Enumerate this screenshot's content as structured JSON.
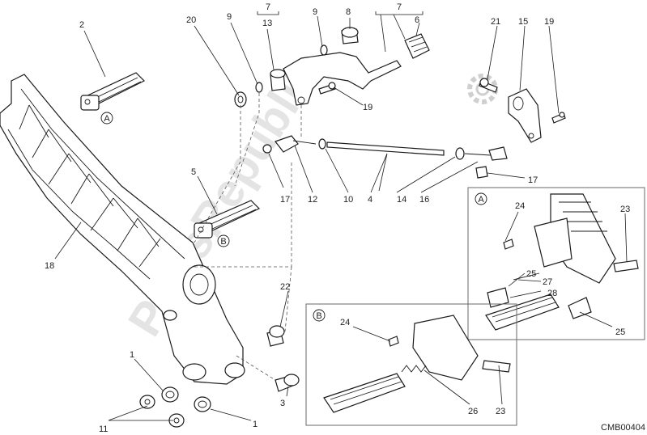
{
  "watermark": "PartsRepublik",
  "diagram_code": "CMB00404",
  "detail_markers": {
    "a": "A",
    "b": "B"
  },
  "callouts": {
    "c1_left": "1",
    "c1_right": "1",
    "c2": "2",
    "c3": "3",
    "c4_a": "4",
    "c4_b": "4",
    "c5": "5",
    "c6": "6",
    "c7_a": "7",
    "c7_b": "7",
    "c8": "8",
    "c9_a": "9",
    "c9_b": "9",
    "c10": "10",
    "c11": "11",
    "c12": "12",
    "c13": "13",
    "c14": "14",
    "c15": "15",
    "c16": "16",
    "c17_a": "17",
    "c17_b": "17",
    "c18": "18",
    "c19_a": "19",
    "c19_b": "19",
    "c20": "20",
    "c21": "21",
    "c22": "22"
  },
  "detail_a_callouts": {
    "c23": "23",
    "c24": "24",
    "c25_a": "25",
    "c25_b": "25",
    "c27": "27",
    "c28": "28"
  },
  "detail_b_callouts": {
    "c23": "23",
    "c24": "24",
    "c26": "26"
  }
}
